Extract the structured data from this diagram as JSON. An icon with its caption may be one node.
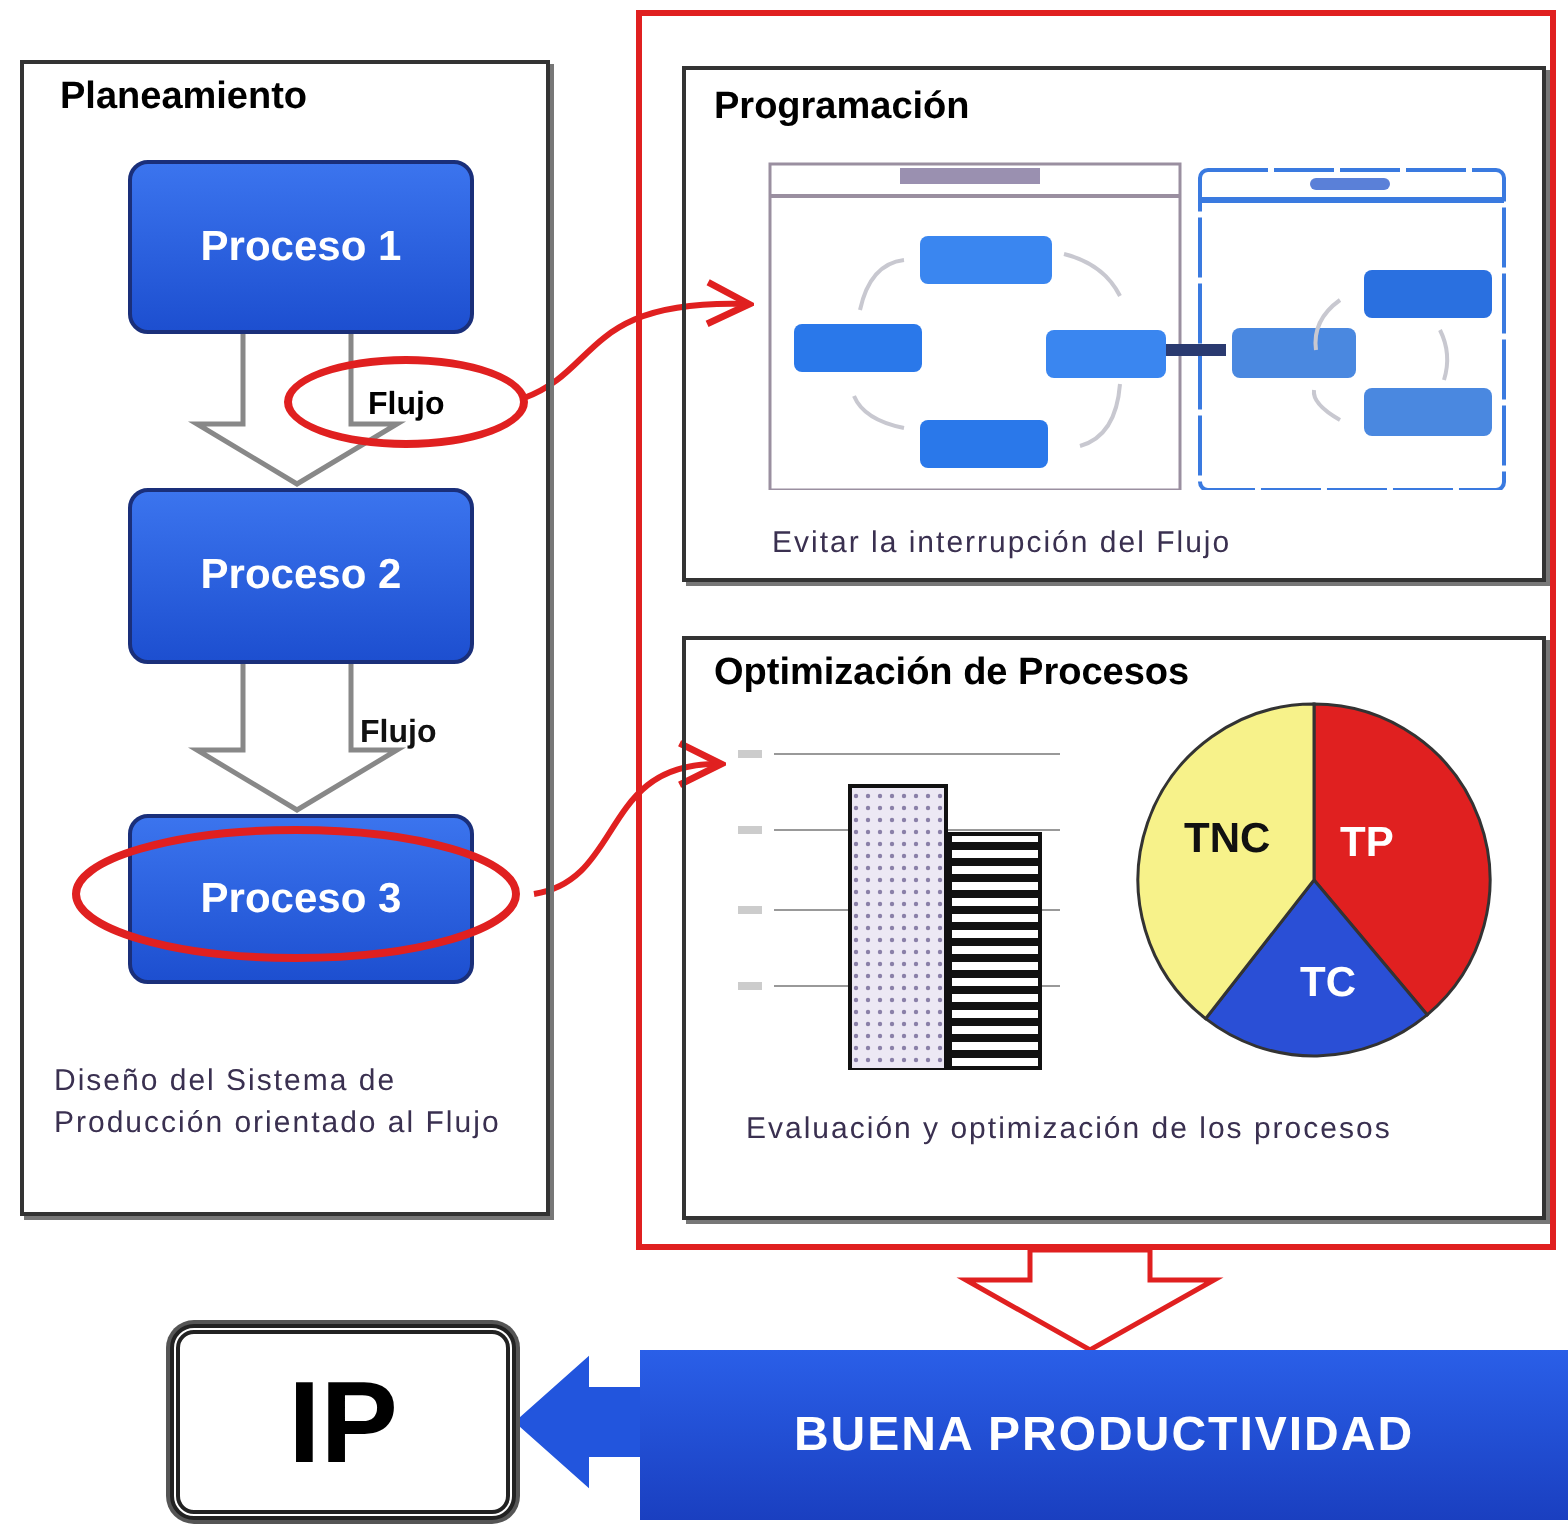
{
  "diagram": {
    "nodes": [
      {
        "text": [
          "Planeamiento",
          "Diseño del Sistema de Producción orientado al Flujo"
        ]
      },
      {
        "text": [
          "Proceso 1"
        ],
        "in": 0
      },
      {
        "text": [
          "Flujo"
        ],
        "in": 0
      },
      {
        "text": [
          "Proceso 2"
        ],
        "in": 0
      },
      {
        "text": [
          "Proceso 3"
        ],
        "in": 0
      },
      {
        "text": [],
        "shape": "box"
      },
      {
        "text": [
          "Programación",
          "Evitar la interrupción del Flujo"
        ],
        "in": 5
      },
      {
        "text": [],
        "shape": "picture",
        "in": 6
      },
      {
        "text": [
          "Optimización de Procesos",
          "Evaluación y optimización de los procesos"
        ],
        "in": 5
      },
      {
        "text": [],
        "shape": "picture",
        "in": 8
      },
      {
        "text": [
          "BUENA PRODUCTIVIDAD"
        ]
      },
      {
        "text": [
          "IP"
        ]
      }
    ],
    "edges": [
      {
        "from": 1,
        "to": 3,
        "arrow": "to",
        "style": "thick"
      },
      {
        "from": 3,
        "to": 4,
        "arrow": "to",
        "style": "thick"
      },
      {
        "from": 2,
        "to": 7,
        "arrow": "to",
        "color": "#e02020"
      },
      {
        "from": 4,
        "to": 9,
        "arrow": "to",
        "color": "#e02020"
      },
      {
        "from": 5,
        "to": 10,
        "arrow": "to",
        "style": "thick"
      },
      {
        "from": 10,
        "to": 11,
        "arrow": "to",
        "style": "thick",
        "color": "#2255dd"
      }
    ],
    "labels": [
      "Flujo",
      "TNC",
      "TP",
      "TC"
    ]
  }
}
